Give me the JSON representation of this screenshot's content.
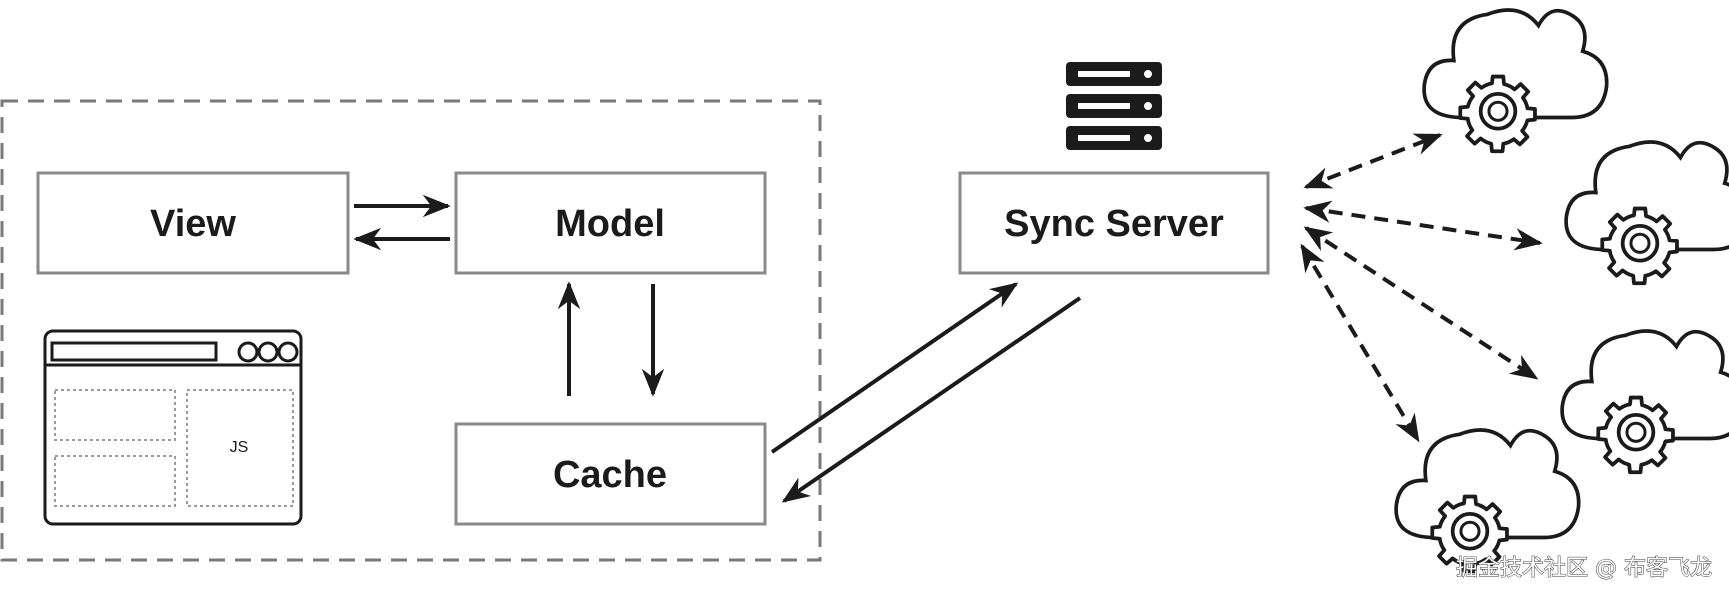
{
  "boxes": {
    "view": "View",
    "model": "Model",
    "cache": "Cache",
    "sync_server": "Sync Server"
  },
  "browser_window": {
    "panel_text": "JS"
  },
  "icons": {
    "server": "server-rack-icon",
    "cloud": "cloud-gear-icon",
    "browser": "browser-window-icon"
  },
  "watermark": "掘金技术社区 @ 布客飞龙",
  "colors": {
    "box_border": "#8a8a8a",
    "dashed_border": "#7a7a7a",
    "ink": "#1b1b1b"
  }
}
